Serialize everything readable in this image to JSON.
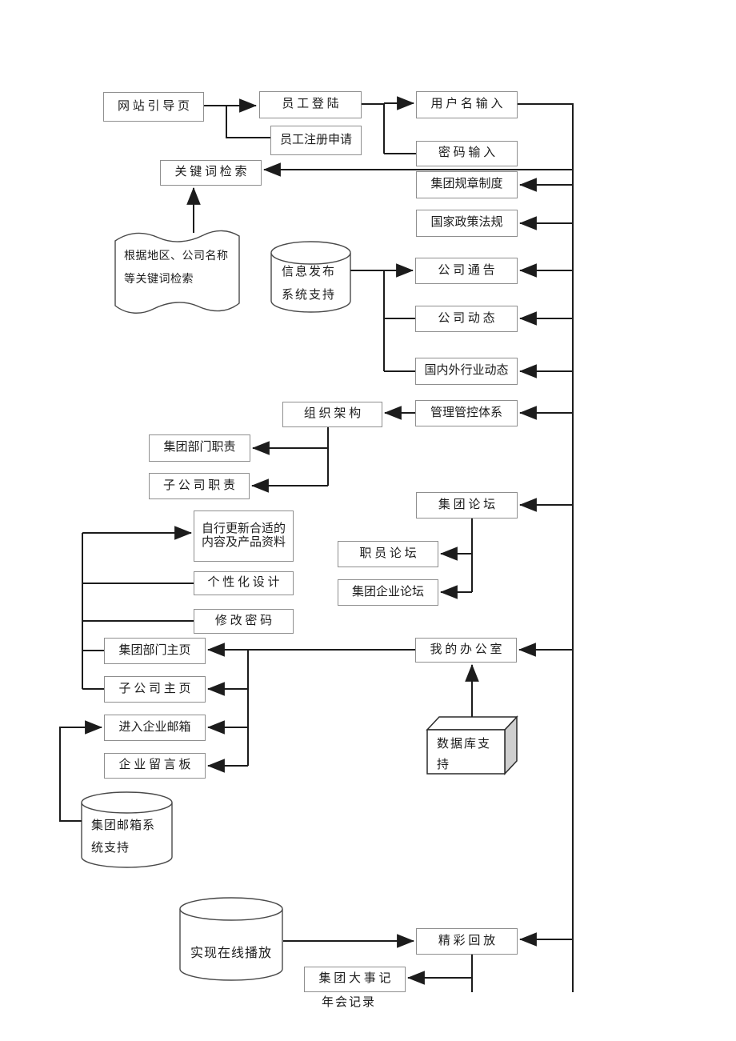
{
  "page": {
    "background_color": "#ffffff",
    "connector_color": "#1c1c1c",
    "box_border_color": "#8f8f8f",
    "cube_side_color": "#cfcfcf"
  },
  "diagram": {
    "nodes": {
      "site_guide": {
        "label": "网 站 引 导 页"
      },
      "emp_login": {
        "label": "员 工 登 陆"
      },
      "emp_register": {
        "label": "员工注册申请"
      },
      "keyword_search": {
        "label": "关 键 词 检 索"
      },
      "username_input": {
        "label": "用 户 名 输 入"
      },
      "password_input": {
        "label": "密 码 输 入"
      },
      "group_rules": {
        "label": "集团规章制度"
      },
      "national_policy": {
        "label": "国家政策法规"
      },
      "company_notice": {
        "label": "公 司 通 告"
      },
      "company_news": {
        "label": "公 司 动 态"
      },
      "industry_news": {
        "label": "国内外行业动态"
      },
      "mgmt_system": {
        "label": "管理管控体系"
      },
      "org_structure": {
        "label": "组 织 架 构"
      },
      "dept_duty": {
        "label": "集团部门职责"
      },
      "subsidiary_duty": {
        "label": "子 公 司 职 责"
      },
      "group_forum": {
        "label": "集 团 论 坛"
      },
      "staff_forum": {
        "label": "职 员 论 坛"
      },
      "group_ent_forum": {
        "label": "集团企业论坛"
      },
      "self_update": {
        "line1": "自行更新合适的",
        "line2": "内容及产品资料"
      },
      "personalized": {
        "label": "个 性 化 设 计"
      },
      "change_password": {
        "label": "修 改 密 码"
      },
      "dept_home": {
        "label": "集团部门主页"
      },
      "subsidiary_home": {
        "label": "子 公 司 主 页"
      },
      "enter_mailbox": {
        "label": "进入企业邮箱"
      },
      "message_board": {
        "label": "企 业 留 言 板"
      },
      "my_office": {
        "label": "我 的 办 公 室"
      },
      "highlights_replay": {
        "label": "精 彩 回 放"
      },
      "group_events": {
        "label": "集 团 大 事 记"
      }
    },
    "shapes": {
      "keyword_note": {
        "line1": "根据地区、公司名称",
        "line2": "等关键词检索"
      },
      "info_publish_db": {
        "line1": "信息发布",
        "line2": "系统支持"
      },
      "mailbox_db": {
        "line1": "集团邮箱系",
        "line2": "统支持"
      },
      "online_play_db": {
        "label": "实现在线播放"
      },
      "database_support": {
        "line1": "数据库支",
        "line2": "持"
      }
    },
    "captions": {
      "annual_meeting_record": "年会记录"
    }
  }
}
